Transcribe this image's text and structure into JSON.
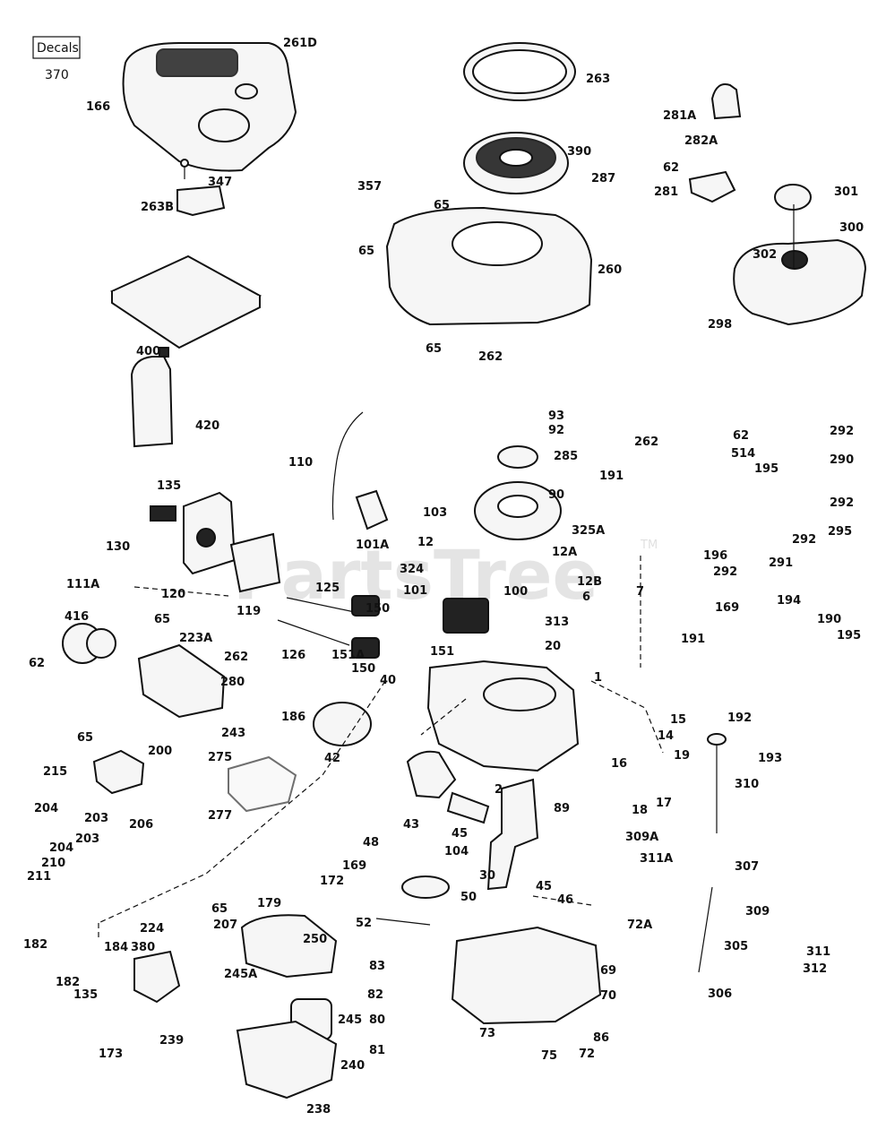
{
  "watermark": {
    "text": "PartsTree",
    "tm": "TM"
  },
  "decals": {
    "label": "Decals",
    "code": "370"
  },
  "callouts": [
    {
      "id": "261D",
      "text": "261D"
    },
    {
      "id": "263",
      "text": "263"
    },
    {
      "id": "166",
      "text": "166"
    },
    {
      "id": "281A",
      "text": "281A"
    },
    {
      "id": "282A",
      "text": "282A"
    },
    {
      "id": "390",
      "text": "390"
    },
    {
      "id": "62a",
      "text": "62"
    },
    {
      "id": "287",
      "text": "287"
    },
    {
      "id": "347",
      "text": "347"
    },
    {
      "id": "357",
      "text": "357"
    },
    {
      "id": "281",
      "text": "281"
    },
    {
      "id": "301",
      "text": "301"
    },
    {
      "id": "263B",
      "text": "263B"
    },
    {
      "id": "65a",
      "text": "65"
    },
    {
      "id": "300",
      "text": "300"
    },
    {
      "id": "65b",
      "text": "65"
    },
    {
      "id": "260",
      "text": "260"
    },
    {
      "id": "302",
      "text": "302"
    },
    {
      "id": "400",
      "text": "400"
    },
    {
      "id": "298",
      "text": "298"
    },
    {
      "id": "65c",
      "text": "65"
    },
    {
      "id": "262a",
      "text": "262"
    },
    {
      "id": "420",
      "text": "420"
    },
    {
      "id": "93",
      "text": "93"
    },
    {
      "id": "92",
      "text": "92"
    },
    {
      "id": "292a",
      "text": "292"
    },
    {
      "id": "62b",
      "text": "62"
    },
    {
      "id": "262b",
      "text": "262"
    },
    {
      "id": "514",
      "text": "514"
    },
    {
      "id": "110",
      "text": "110"
    },
    {
      "id": "285",
      "text": "285"
    },
    {
      "id": "290",
      "text": "290"
    },
    {
      "id": "191a",
      "text": "191"
    },
    {
      "id": "195a",
      "text": "195"
    },
    {
      "id": "135a",
      "text": "135"
    },
    {
      "id": "90",
      "text": "90"
    },
    {
      "id": "292b",
      "text": "292"
    },
    {
      "id": "103",
      "text": "103"
    },
    {
      "id": "325A",
      "text": "325A"
    },
    {
      "id": "292c",
      "text": "292"
    },
    {
      "id": "295",
      "text": "295"
    },
    {
      "id": "130",
      "text": "130"
    },
    {
      "id": "101A",
      "text": "101A"
    },
    {
      "id": "12",
      "text": "12"
    },
    {
      "id": "196",
      "text": "196"
    },
    {
      "id": "12A",
      "text": "12A"
    },
    {
      "id": "291",
      "text": "291"
    },
    {
      "id": "111A",
      "text": "111A"
    },
    {
      "id": "324",
      "text": "324"
    },
    {
      "id": "292d",
      "text": "292"
    },
    {
      "id": "12B",
      "text": "12B"
    },
    {
      "id": "120",
      "text": "120"
    },
    {
      "id": "125",
      "text": "125"
    },
    {
      "id": "101",
      "text": "101"
    },
    {
      "id": "100",
      "text": "100"
    },
    {
      "id": "6",
      "text": "6"
    },
    {
      "id": "7",
      "text": "7"
    },
    {
      "id": "119",
      "text": "119"
    },
    {
      "id": "150a",
      "text": "150"
    },
    {
      "id": "194",
      "text": "194"
    },
    {
      "id": "416",
      "text": "416"
    },
    {
      "id": "169a",
      "text": "169"
    },
    {
      "id": "190",
      "text": "190"
    },
    {
      "id": "65d",
      "text": "65"
    },
    {
      "id": "313",
      "text": "313"
    },
    {
      "id": "191b",
      "text": "191"
    },
    {
      "id": "223A",
      "text": "223A"
    },
    {
      "id": "195b",
      "text": "195"
    },
    {
      "id": "20",
      "text": "20"
    },
    {
      "id": "126",
      "text": "126"
    },
    {
      "id": "151",
      "text": "151"
    },
    {
      "id": "62c",
      "text": "62"
    },
    {
      "id": "262c",
      "text": "262"
    },
    {
      "id": "151A",
      "text": "151A"
    },
    {
      "id": "280",
      "text": "280"
    },
    {
      "id": "150b",
      "text": "150"
    },
    {
      "id": "40",
      "text": "40"
    },
    {
      "id": "1",
      "text": "1"
    },
    {
      "id": "186",
      "text": "186"
    },
    {
      "id": "243",
      "text": "243"
    },
    {
      "id": "192",
      "text": "192"
    },
    {
      "id": "15",
      "text": "15"
    },
    {
      "id": "65e",
      "text": "65"
    },
    {
      "id": "14",
      "text": "14"
    },
    {
      "id": "200",
      "text": "200"
    },
    {
      "id": "42",
      "text": "42"
    },
    {
      "id": "19",
      "text": "19"
    },
    {
      "id": "193",
      "text": "193"
    },
    {
      "id": "275",
      "text": "275"
    },
    {
      "id": "310",
      "text": "310"
    },
    {
      "id": "16",
      "text": "16"
    },
    {
      "id": "215",
      "text": "215"
    },
    {
      "id": "2",
      "text": "2"
    },
    {
      "id": "17",
      "text": "17"
    },
    {
      "id": "204a",
      "text": "204"
    },
    {
      "id": "89",
      "text": "89"
    },
    {
      "id": "18",
      "text": "18"
    },
    {
      "id": "203a",
      "text": "203"
    },
    {
      "id": "206",
      "text": "206"
    },
    {
      "id": "277",
      "text": "277"
    },
    {
      "id": "43",
      "text": "43"
    },
    {
      "id": "204b",
      "text": "204"
    },
    {
      "id": "203b",
      "text": "203"
    },
    {
      "id": "45a",
      "text": "45"
    },
    {
      "id": "309A",
      "text": "309A"
    },
    {
      "id": "48",
      "text": "48"
    },
    {
      "id": "104",
      "text": "104"
    },
    {
      "id": "311A",
      "text": "311A"
    },
    {
      "id": "210",
      "text": "210"
    },
    {
      "id": "169b",
      "text": "169"
    },
    {
      "id": "307",
      "text": "307"
    },
    {
      "id": "211",
      "text": "211"
    },
    {
      "id": "172",
      "text": "172"
    },
    {
      "id": "30",
      "text": "30"
    },
    {
      "id": "45b",
      "text": "45"
    },
    {
      "id": "179",
      "text": "179"
    },
    {
      "id": "50",
      "text": "50"
    },
    {
      "id": "46",
      "text": "46"
    },
    {
      "id": "65f",
      "text": "65"
    },
    {
      "id": "309",
      "text": "309"
    },
    {
      "id": "52",
      "text": "52"
    },
    {
      "id": "224",
      "text": "224"
    },
    {
      "id": "207",
      "text": "207"
    },
    {
      "id": "72A",
      "text": "72A"
    },
    {
      "id": "182a",
      "text": "182"
    },
    {
      "id": "250",
      "text": "250"
    },
    {
      "id": "184",
      "text": "184"
    },
    {
      "id": "380",
      "text": "380"
    },
    {
      "id": "305",
      "text": "305"
    },
    {
      "id": "311",
      "text": "311"
    },
    {
      "id": "69",
      "text": "69"
    },
    {
      "id": "182b",
      "text": "182"
    },
    {
      "id": "83",
      "text": "83"
    },
    {
      "id": "312",
      "text": "312"
    },
    {
      "id": "245A",
      "text": "245A"
    },
    {
      "id": "135b",
      "text": "135"
    },
    {
      "id": "82",
      "text": "82"
    },
    {
      "id": "70",
      "text": "70"
    },
    {
      "id": "306",
      "text": "306"
    },
    {
      "id": "245",
      "text": "245"
    },
    {
      "id": "80",
      "text": "80"
    },
    {
      "id": "173",
      "text": "173"
    },
    {
      "id": "239",
      "text": "239"
    },
    {
      "id": "73",
      "text": "73"
    },
    {
      "id": "86",
      "text": "86"
    },
    {
      "id": "81",
      "text": "81"
    },
    {
      "id": "72",
      "text": "72"
    },
    {
      "id": "240",
      "text": "240"
    },
    {
      "id": "75",
      "text": "75"
    },
    {
      "id": "238",
      "text": "238"
    }
  ]
}
